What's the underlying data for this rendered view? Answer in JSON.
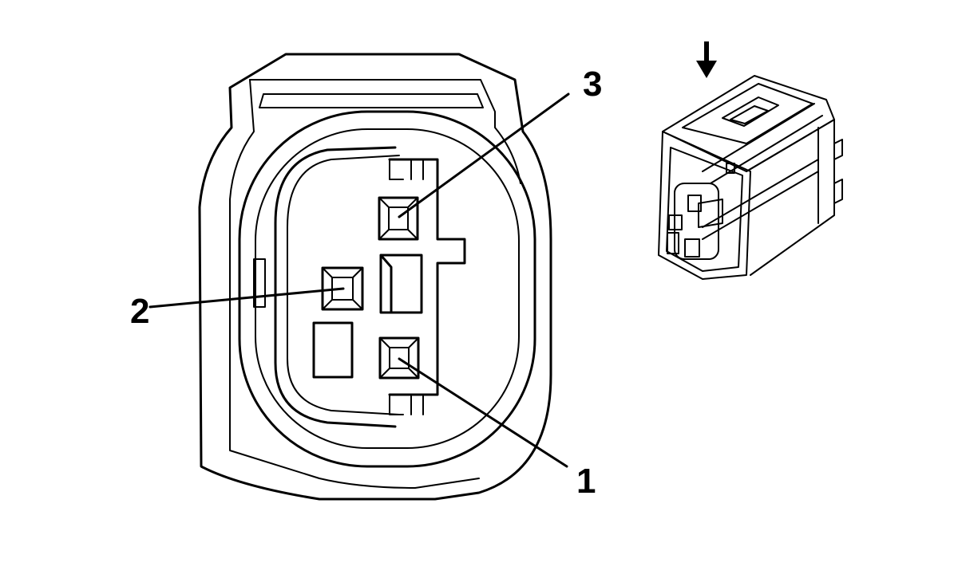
{
  "diagram": {
    "pins": [
      {
        "label": "1"
      },
      {
        "label": "2"
      },
      {
        "label": "3"
      }
    ],
    "icons": [
      "arrow-down-icon"
    ],
    "colors": {
      "line": "#000000",
      "background": "#ffffff"
    }
  }
}
